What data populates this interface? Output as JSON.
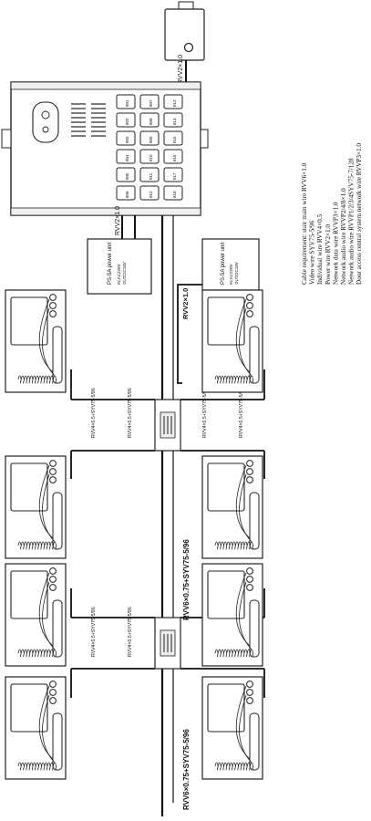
{
  "colors": {
    "line": "#111111",
    "device": "#ffffff",
    "stroke": "#222222",
    "panel": "#f4f4f4"
  },
  "top_link_label": "RVV2×1.0",
  "door_station": {
    "button_labels": [
      "801",
      "802",
      "803",
      "804",
      "805",
      "806",
      "807",
      "808",
      "809",
      "810",
      "811",
      "812",
      "813",
      "814",
      "815",
      "816",
      "817",
      "818"
    ],
    "name": "door-station"
  },
  "power_units": [
    {
      "title": "PS-5A power unit",
      "subtitle": "IN:AC220V\nOUT:DC18V"
    },
    {
      "title": "PS-5A power unit",
      "subtitle": "IN:AC220V\nOUT:DC18V"
    }
  ],
  "wire_labels": {
    "door_to_psu_left": "RVV2×1.0",
    "psu_right_to_bus": "RVV2×1.0",
    "trunk_middle": "RVV6×0.75+SYV75-5/96",
    "trunk_bottom": "RVV6×0.75+SYV75-5/96",
    "monitor_branch": "RVV4×0.5+SYV75-5/96"
  },
  "cable_notes": [
    "Cable requirement: stair main wire RVV6×1.0",
    "Video wire  SYV75-5/96",
    "Individual wire  RVV4×0.5",
    "Power wire RVV2×1.0",
    "Network data wire RVVP3×1.0",
    "Network audio wire RVVP2/4/8×1.0",
    "Network audio wire RVVP1/2/3/4SYV75-7/128",
    "Door access central system network wire RVVP3×1.0"
  ]
}
